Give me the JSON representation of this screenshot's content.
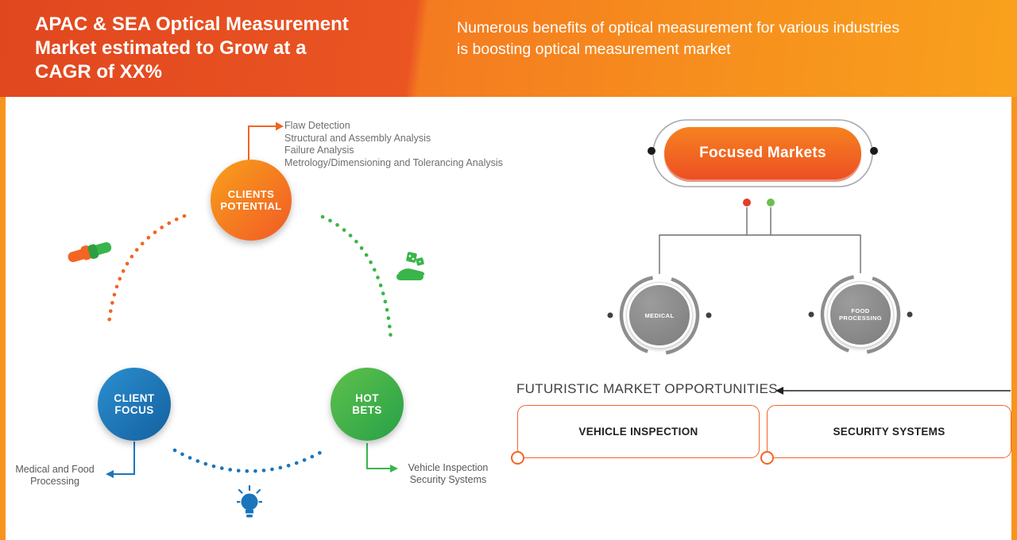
{
  "header": {
    "title": "APAC & SEA Optical Measurement\nMarket estimated to Grow at a\nCAGR of XX%",
    "subtitle": "Numerous benefits of optical measurement for various industries\nis boosting optical measurement market"
  },
  "clients_potential": {
    "label": "CLIENTS\nPOTENTIAL",
    "items": [
      "Flaw Detection",
      "Structural and Assembly Analysis",
      "Failure Analysis",
      "Metrology/Dimensioning and Tolerancing Analysis"
    ]
  },
  "client_focus": {
    "label": "CLIENT\nFOCUS",
    "note": "Medical and Food\nProcessing"
  },
  "hot_bets": {
    "label": "HOT\nBETS",
    "note": "Vehicle Inspection\nSecurity Systems"
  },
  "focused_markets": {
    "title": "Focused Markets",
    "nodes": [
      {
        "label": "MEDICAL"
      },
      {
        "label": "FOOD PROCESSING"
      }
    ]
  },
  "futuristic": {
    "heading": "FUTURISTIC MARKET OPPORTUNITIES",
    "boxes": [
      {
        "label": "VEHICLE INSPECTION"
      },
      {
        "label": "SECURITY SYSTEMS"
      }
    ]
  },
  "icons": {
    "handshake": "handshake-icon",
    "money_hand": "money-hand-icon",
    "lightbulb": "lightbulb-icon"
  },
  "colors": {
    "header_orange_dark": "#e1471f",
    "header_orange_light": "#f7941d",
    "accent_orange": "#f26522",
    "accent_blue": "#1b75bb",
    "accent_green": "#39b54a",
    "node_gray": "#848484",
    "text_gray": "#6d6e71",
    "text_dark": "#414042"
  }
}
